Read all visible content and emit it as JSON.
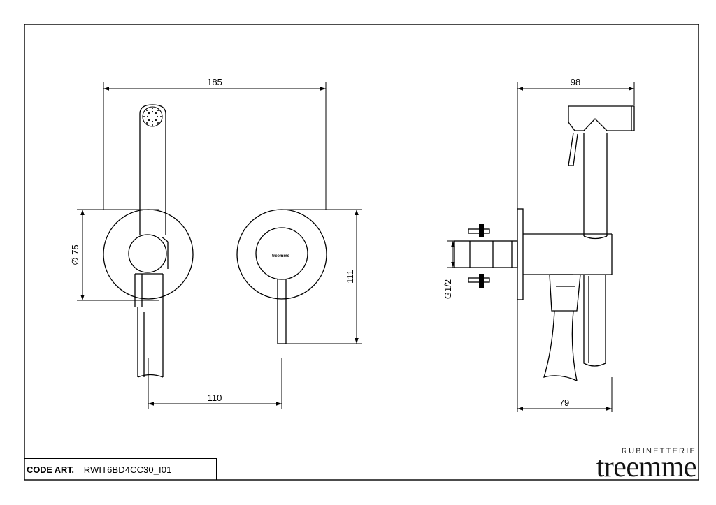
{
  "drawing": {
    "dimensions": {
      "front_width": "185",
      "diameter": "∅ 75",
      "height": "111",
      "center_distance": "110",
      "side_width": "98",
      "side_depth": "79",
      "thread": "G1/2"
    },
    "logo_mark": "treemme"
  },
  "title_block": {
    "code_label": "CODE ART.",
    "code_value": "RWIT6BD4CC30_I01"
  },
  "brand": {
    "subtitle": "RUBINETTERIE",
    "name": "treemme"
  }
}
